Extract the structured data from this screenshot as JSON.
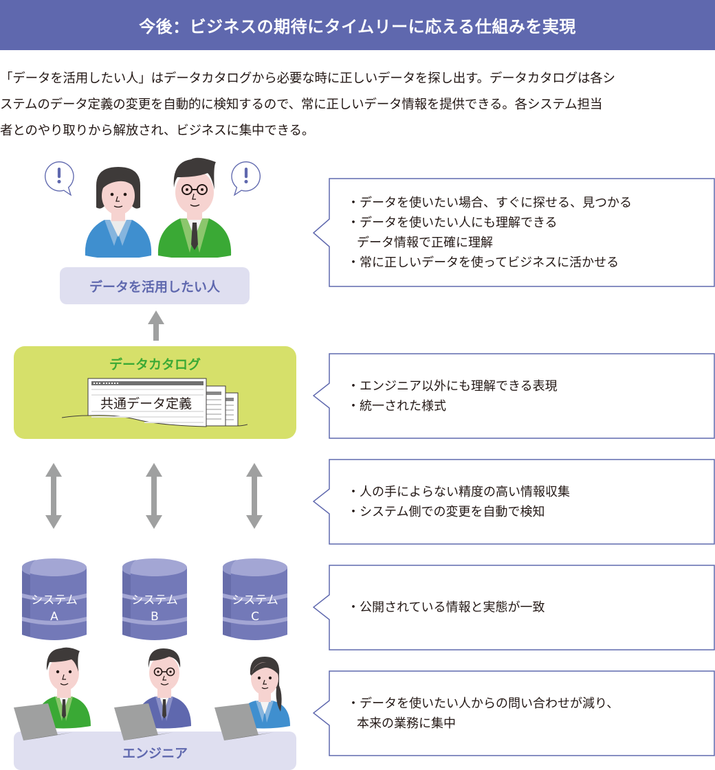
{
  "header": {
    "title": "今後：ビジネスの期待にタイムリーに応える仕組みを実現"
  },
  "intro": {
    "lines": [
      "「データを活用したい人」はデータカタログから必要な時に正しいデータを探し出す。データカタログは各シ",
      "ステムのデータ定義の変更を自動的に検知するので、常に正しいデータ情報を提供できる。各システム担当",
      "者とのやり取りから解放され、ビジネスに集中できる。"
    ]
  },
  "data_users": {
    "label": "データを活用したい人",
    "speech_mark": "!"
  },
  "catalog": {
    "title": "データカタログ",
    "document_label": "共通データ定義"
  },
  "systems": [
    {
      "line1": "システム",
      "line2": "A"
    },
    {
      "line1": "システム",
      "line2": "B"
    },
    {
      "line1": "システム",
      "line2": "C"
    }
  ],
  "engineers": {
    "label": "エンジニア"
  },
  "callouts": [
    {
      "lines": [
        "・データを使いたい場合、すぐに探せる、見つかる",
        "・データを使いたい人にも理解できる",
        "データ情報で正確に理解",
        "・常に正しいデータを使ってビジネスに活かせる"
      ]
    },
    {
      "lines": [
        "・エンジニア以外にも理解できる表現",
        "・統一された様式"
      ]
    },
    {
      "lines": [
        "・人の手によらない精度の高い情報収集",
        "・システム側での変更を自動で検知"
      ]
    },
    {
      "lines": [
        "・公開されている情報と実態が一致"
      ]
    },
    {
      "lines": [
        "・データを使いたい人からの問い合わせが減り、",
        "本来の業務に集中"
      ]
    }
  ],
  "colors": {
    "header_bg": "#5f68ae",
    "label_bg": "#dfdff0",
    "label_text": "#5f68ae",
    "catalog_bg": "#d6e06a",
    "catalog_title": "#3aa935",
    "arrow": "#9fa0a0",
    "callout_border": "#5f68ae",
    "db_body": "#7379b8",
    "db_top": "#a3a6d4"
  }
}
